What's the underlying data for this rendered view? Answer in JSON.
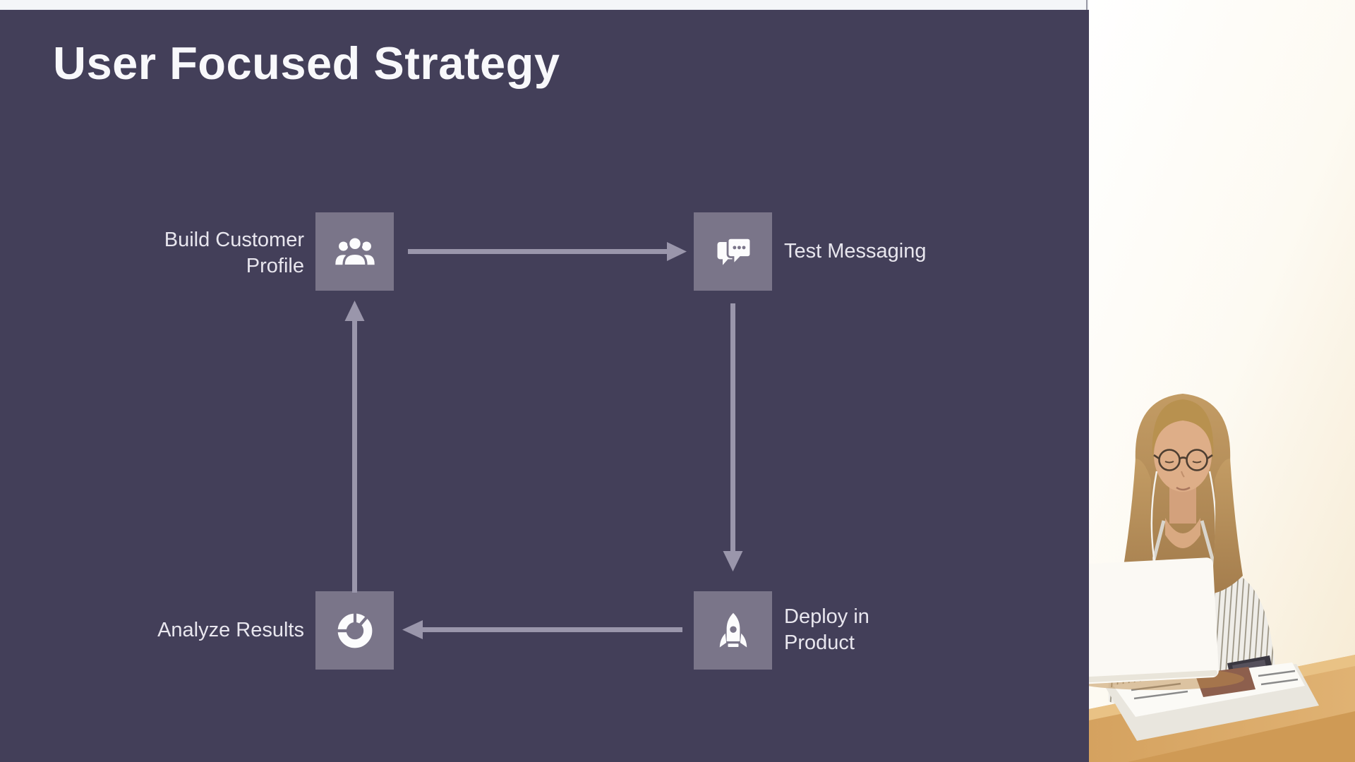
{
  "window": {
    "top_bar_color": "#f4f6f8"
  },
  "slide": {
    "title": "User Focused Strategy",
    "background_color": "#433f59",
    "title_color": "#f8f8fb",
    "node_color": "#7a7589",
    "arrow_color": "#9a96ab",
    "label_color": "#e8e6ee",
    "steps": [
      {
        "id": "build-customer-profile",
        "label": "Build Customer Profile",
        "icon": "users-icon",
        "position": "top-left"
      },
      {
        "id": "test-messaging",
        "label": "Test Messaging",
        "icon": "chat-bubbles-icon",
        "position": "top-right"
      },
      {
        "id": "deploy-in-product",
        "label": "Deploy in Product",
        "icon": "rocket-icon",
        "position": "bottom-right"
      },
      {
        "id": "analyze-results",
        "label": "Analyze Results",
        "icon": "donut-chart-icon",
        "position": "bottom-left"
      }
    ],
    "diagram": {
      "type": "cycle",
      "edges": [
        "Build Customer Profile -> Test Messaging",
        "Test Messaging -> Deploy in Product",
        "Deploy in Product -> Analyze Results",
        "Analyze Results -> Build Customer Profile"
      ]
    }
  },
  "webcam": {
    "type": "presenter-video",
    "description": "Woman with glasses and earphones working on a white laptop at a wooden desk with a phone and newspaper"
  }
}
